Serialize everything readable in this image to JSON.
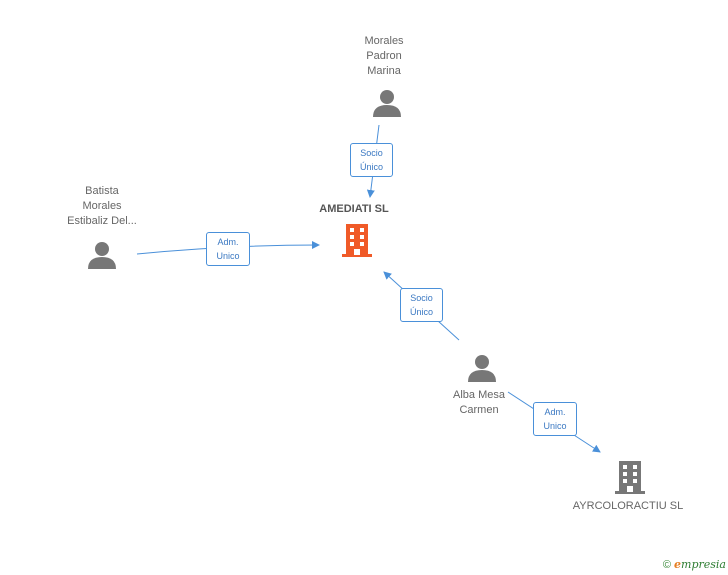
{
  "colors": {
    "edge": "#4a90d9",
    "person": "#777777",
    "company_main": "#f05a28",
    "company_other": "#777777"
  },
  "nodes": {
    "morales": {
      "label": "Morales\nPadron\nMarina",
      "icon": "person-icon"
    },
    "batista": {
      "label": "Batista\nMorales\nEstibaliz Del...",
      "icon": "person-icon"
    },
    "alba": {
      "label": "Alba Mesa\nCarmen",
      "icon": "person-icon"
    },
    "amediati": {
      "label": "AMEDIATI SL",
      "icon": "building-icon"
    },
    "ayrcoloractiu": {
      "label": "AYRCOLORACTIU SL",
      "icon": "building-icon"
    }
  },
  "edges": {
    "morales_amediati": {
      "label": "Socio\nÚnico"
    },
    "batista_amediati": {
      "label": "Adm.\nUnico"
    },
    "alba_amediati": {
      "label": "Socio\nÚnico"
    },
    "alba_ayrcoloractiu": {
      "label": "Adm.\nUnico"
    }
  },
  "watermark": {
    "symbol": "©",
    "brand_initial": "e",
    "brand_rest": "mpresia"
  }
}
